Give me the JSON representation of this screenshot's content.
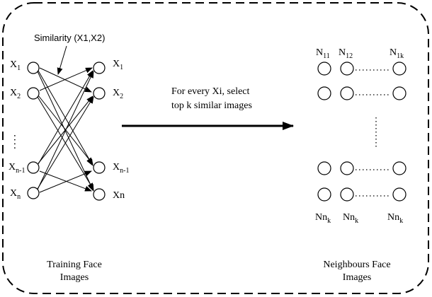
{
  "left_nodes": [
    {
      "base": "X",
      "sub": "1"
    },
    {
      "base": "X",
      "sub": "2"
    },
    {
      "base": "X",
      "sub": "n-1"
    },
    {
      "base": "X",
      "sub": "n"
    }
  ],
  "right_nodes": [
    {
      "base": "X",
      "sub": "1"
    },
    {
      "base": "X",
      "sub": "2"
    },
    {
      "base": "X",
      "sub": "n-1"
    },
    {
      "base": "Xn",
      "sub": ""
    }
  ],
  "similarity_label": "Similarity (X1,X2)",
  "arrow_label": {
    "line1": "For every Xi, select",
    "line2": "top k similar images"
  },
  "neighbour_headers": [
    {
      "base": "N",
      "sub": "11"
    },
    {
      "base": "N",
      "sub": "12"
    },
    {
      "base": "N",
      "sub": "1k"
    }
  ],
  "neighbour_footers": [
    {
      "base": "Nn",
      "sub": "k"
    },
    {
      "base": "Nn",
      "sub": "k"
    },
    {
      "base": "Nn",
      "sub": "k"
    }
  ],
  "captions": {
    "training": {
      "line1": "Training Face",
      "line2": "Images"
    },
    "neighbours": {
      "line1": "Neighbours Face",
      "line2": "Images"
    }
  }
}
